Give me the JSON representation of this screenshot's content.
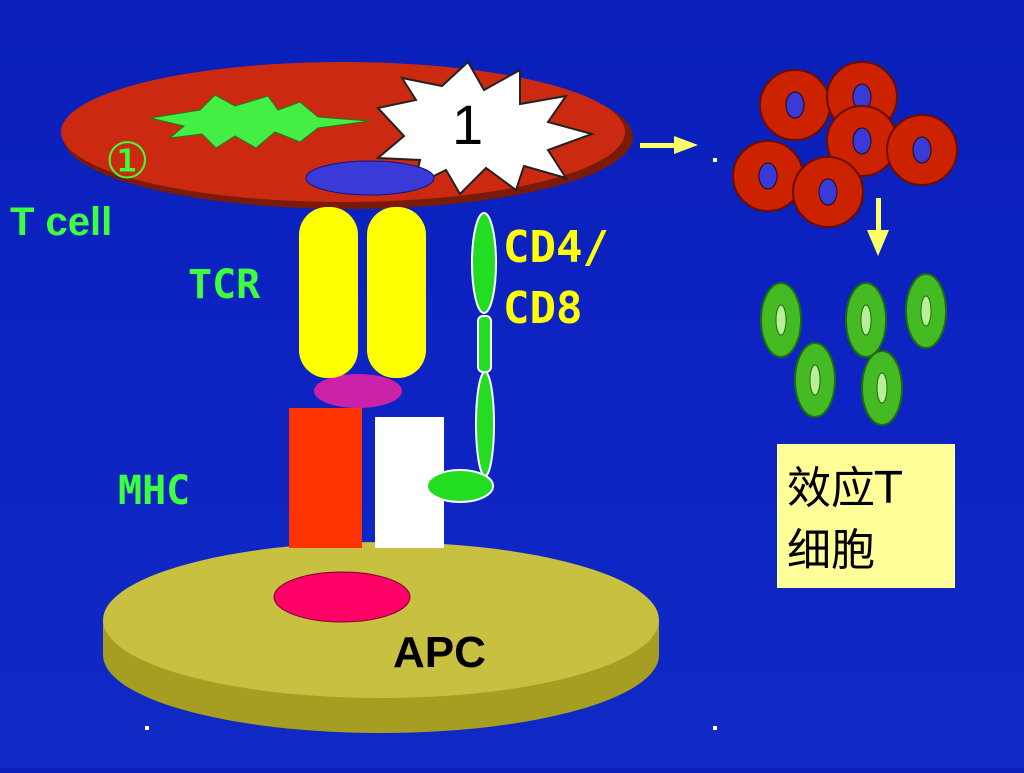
{
  "labels": {
    "circled_number": "①",
    "t_cell": "T  cell",
    "tcr": "TCR",
    "mhc": "MHC",
    "cd4": "CD4/",
    "cd8": "CD8",
    "apc": "APC",
    "burst_number": "1",
    "effector_line1": "效应T",
    "effector_line2": "细胞"
  },
  "colors": {
    "background": "#0d23c2",
    "t_cell_body": "#cc2a10",
    "apc_body": "#c8c040",
    "tcr_chains": "#ffff00",
    "peptide": "#cc22aa",
    "mhc_chain_red": "#ff3300",
    "mhc_chain_white": "#ffffff",
    "coreceptor": "#22dd22",
    "antigen_spot": "#ff0066",
    "activated_cells": "#cc2200",
    "effector_cells": "#44bb22",
    "label_green": "#3dff3d",
    "label_yellow": "#ffff00",
    "effector_box": "#ffff99"
  }
}
